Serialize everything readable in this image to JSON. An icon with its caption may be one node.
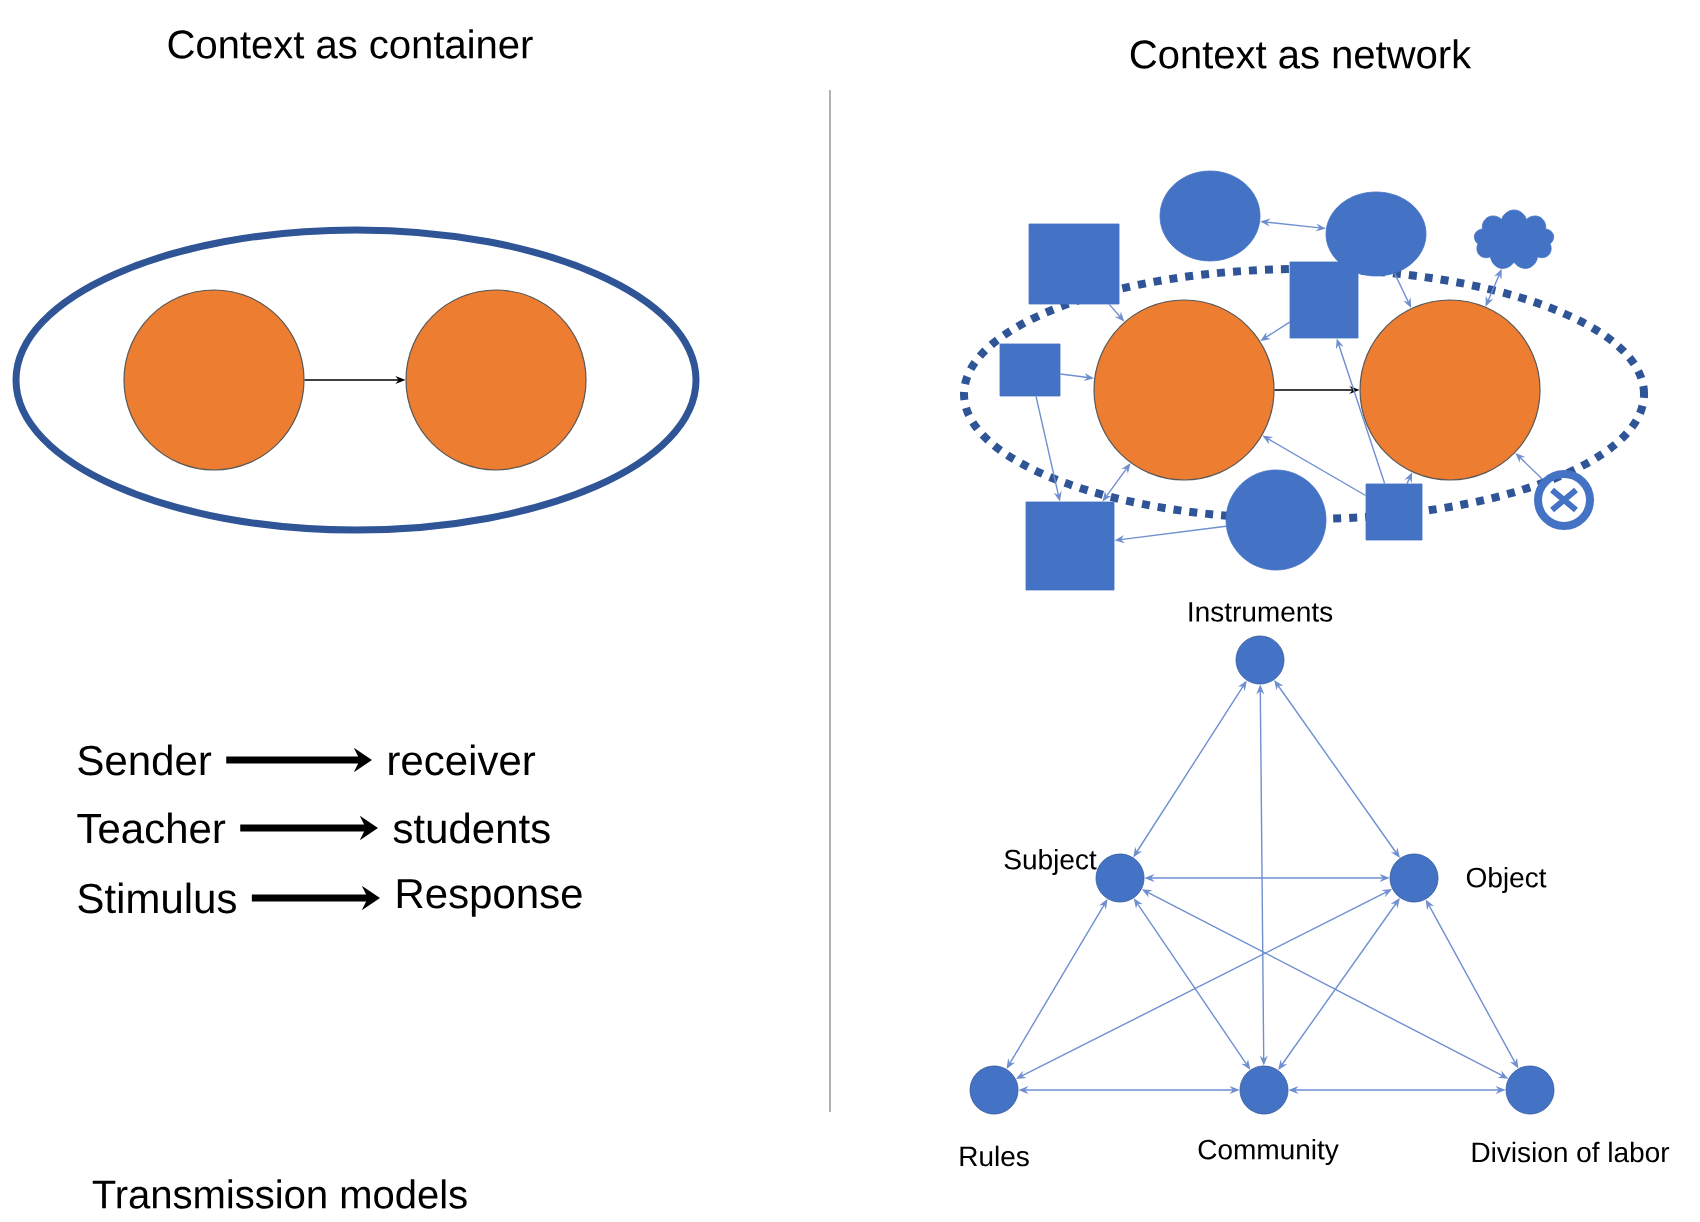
{
  "diagram": {
    "nodes": [
      {
        "text": [],
        "shape": "ellipse"
      },
      {
        "text": [],
        "shape": "circle",
        "in": 0
      },
      {
        "text": [],
        "shape": "circle",
        "in": 0
      },
      {
        "text": [
          "Sender"
        ]
      },
      {
        "text": [
          "receiver"
        ]
      },
      {
        "text": [
          "Teacher"
        ]
      },
      {
        "text": [
          "students"
        ]
      },
      {
        "text": [
          "Stimulus"
        ]
      },
      {
        "text": [
          "Response"
        ]
      },
      {
        "text": [],
        "shape": "ellipse"
      },
      {
        "text": [],
        "shape": "ellipse"
      },
      {
        "text": [],
        "shape": "ellipse"
      },
      {
        "text": [],
        "shape": "cloud"
      },
      {
        "text": [],
        "shape": "box"
      },
      {
        "text": [],
        "shape": "box",
        "in": 9
      },
      {
        "text": [],
        "shape": "box",
        "in": 9
      },
      {
        "text": [],
        "shape": "circle",
        "in": 9
      },
      {
        "text": [],
        "shape": "circle",
        "in": 9
      },
      {
        "text": [],
        "shape": "circle"
      },
      {
        "text": [],
        "shape": "box"
      },
      {
        "text": [],
        "shape": "ellipse"
      },
      {
        "text": [],
        "shape": "box"
      },
      {
        "text": [
          "Instruments"
        ]
      },
      {
        "text": [
          "Subject"
        ]
      },
      {
        "text": [
          "Object"
        ]
      },
      {
        "text": [
          "Rules"
        ]
      },
      {
        "text": [
          "Community"
        ]
      },
      {
        "text": [
          "Division of labor"
        ]
      }
    ],
    "edges": [
      {
        "from": 1,
        "to": 2,
        "arrow": "to",
        "color": "#000000"
      },
      {
        "from": 3,
        "to": 4,
        "arrow": "to",
        "style": "thick",
        "color": "#000000"
      },
      {
        "from": 5,
        "to": 6,
        "arrow": "to",
        "style": "thick",
        "color": "#000000"
      },
      {
        "from": 7,
        "to": 8,
        "arrow": "to",
        "style": "thick",
        "color": "#000000"
      },
      {
        "from": 16,
        "to": 17,
        "arrow": "to",
        "color": "#000000"
      },
      {
        "from": 10,
        "to": 11,
        "arrow": "both"
      },
      {
        "from": 13,
        "to": 16,
        "arrow": "to"
      },
      {
        "from": 15,
        "to": 16,
        "arrow": "to"
      },
      {
        "from": 15,
        "to": 19,
        "arrow": "to"
      },
      {
        "from": 16,
        "to": 19,
        "arrow": "both"
      },
      {
        "from": 20,
        "to": 19,
        "arrow": "to"
      },
      {
        "from": 14,
        "to": 16,
        "arrow": "to"
      },
      {
        "from": 11,
        "to": 17,
        "arrow": "to"
      },
      {
        "from": 12,
        "to": 17,
        "arrow": "both"
      },
      {
        "from": 21,
        "to": 16,
        "arrow": "to"
      },
      {
        "from": 21,
        "to": 14,
        "arrow": "to"
      },
      {
        "from": 21,
        "to": 17,
        "arrow": "to"
      },
      {
        "from": 18,
        "to": 17,
        "arrow": "to"
      },
      {
        "from": 22,
        "to": 23,
        "arrow": "both"
      },
      {
        "from": 22,
        "to": 24,
        "arrow": "both"
      },
      {
        "from": 22,
        "to": 26,
        "arrow": "both"
      },
      {
        "from": 23,
        "to": 24,
        "arrow": "both"
      },
      {
        "from": 23,
        "to": 25,
        "arrow": "both"
      },
      {
        "from": 23,
        "to": 26,
        "arrow": "both"
      },
      {
        "from": 23,
        "to": 27,
        "arrow": "both"
      },
      {
        "from": 24,
        "to": 25,
        "arrow": "both"
      },
      {
        "from": 24,
        "to": 26,
        "arrow": "both"
      },
      {
        "from": 24,
        "to": 27,
        "arrow": "both"
      },
      {
        "from": 25,
        "to": 26,
        "arrow": "both"
      },
      {
        "from": 26,
        "to": 27,
        "arrow": "both"
      }
    ],
    "labels": [
      "Context as container",
      "Context as network",
      "Transmission models"
    ]
  }
}
